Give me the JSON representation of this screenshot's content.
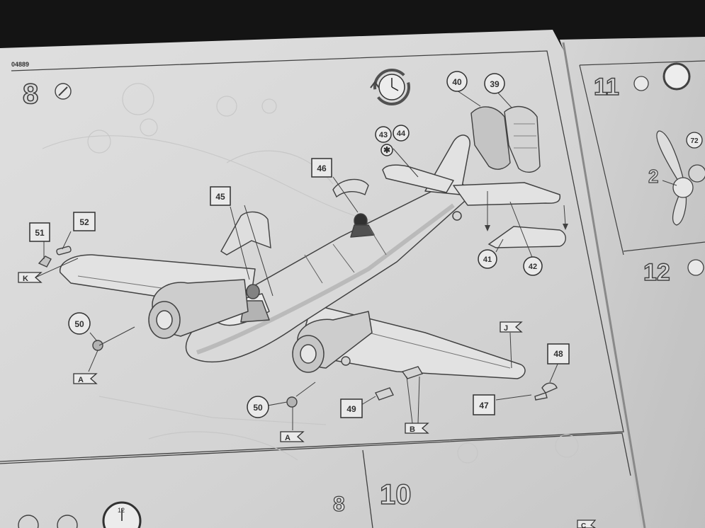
{
  "page": {
    "code": "04889",
    "steps": {
      "main": "8",
      "right_top": "11",
      "right_mid": "12",
      "bottom_a": "8",
      "bottom_b": "10"
    }
  },
  "parts": {
    "p39": "39",
    "p40": "40",
    "p41": "41",
    "p42": "42",
    "p43": "43",
    "p44": "44",
    "p45": "45",
    "p46": "46",
    "p47": "47",
    "p48": "48",
    "p49": "49",
    "p50a": "50",
    "p50b": "50",
    "p51": "51",
    "p52": "52",
    "p72": "72",
    "p2": "2"
  },
  "markers": {
    "k": "K",
    "a1": "A",
    "a2": "A",
    "b": "B",
    "j": "J",
    "c": "C"
  },
  "icons": {
    "glue": "asterisk-icon",
    "clock": "clock-icon",
    "paint": "brush-icon"
  }
}
